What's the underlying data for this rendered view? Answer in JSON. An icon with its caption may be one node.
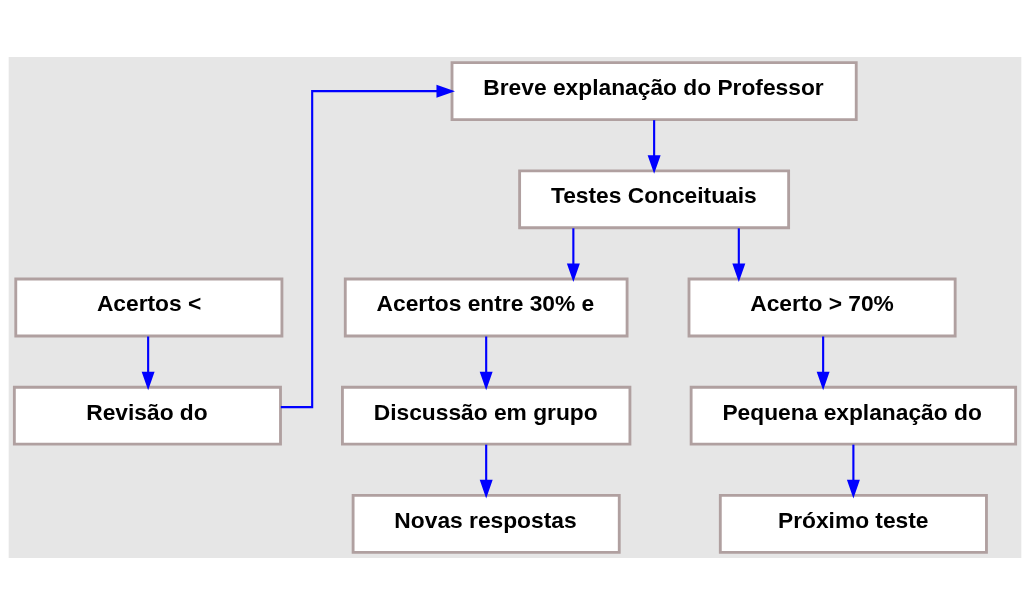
{
  "diagram": {
    "nodes": [
      {
        "text": [
          "Breve explanação do Professor"
        ]
      },
      {
        "text": [
          "Testes Conceituais"
        ]
      },
      {
        "text": [
          "Acertos <"
        ]
      },
      {
        "text": [
          "Acertos entre 30% e"
        ]
      },
      {
        "text": [
          "Acerto > 70%"
        ]
      },
      {
        "text": [
          "Revisão do"
        ]
      },
      {
        "text": [
          "Discussão em grupo"
        ]
      },
      {
        "text": [
          "Pequena explanação do"
        ]
      },
      {
        "text": [
          "Novas respostas"
        ]
      },
      {
        "text": [
          "Próximo teste"
        ]
      }
    ],
    "edges": [
      {
        "from": 0,
        "to": 1,
        "arrow": "to"
      },
      {
        "from": 1,
        "to": 3,
        "arrow": "to"
      },
      {
        "from": 1,
        "to": 4,
        "arrow": "to"
      },
      {
        "from": 2,
        "to": 5,
        "arrow": "to"
      },
      {
        "from": 3,
        "to": 6,
        "arrow": "to"
      },
      {
        "from": 4,
        "to": 7,
        "arrow": "to"
      },
      {
        "from": 5,
        "to": 0,
        "arrow": "to"
      },
      {
        "from": 6,
        "to": 8,
        "arrow": "to"
      },
      {
        "from": 7,
        "to": 9,
        "arrow": "to"
      }
    ]
  }
}
